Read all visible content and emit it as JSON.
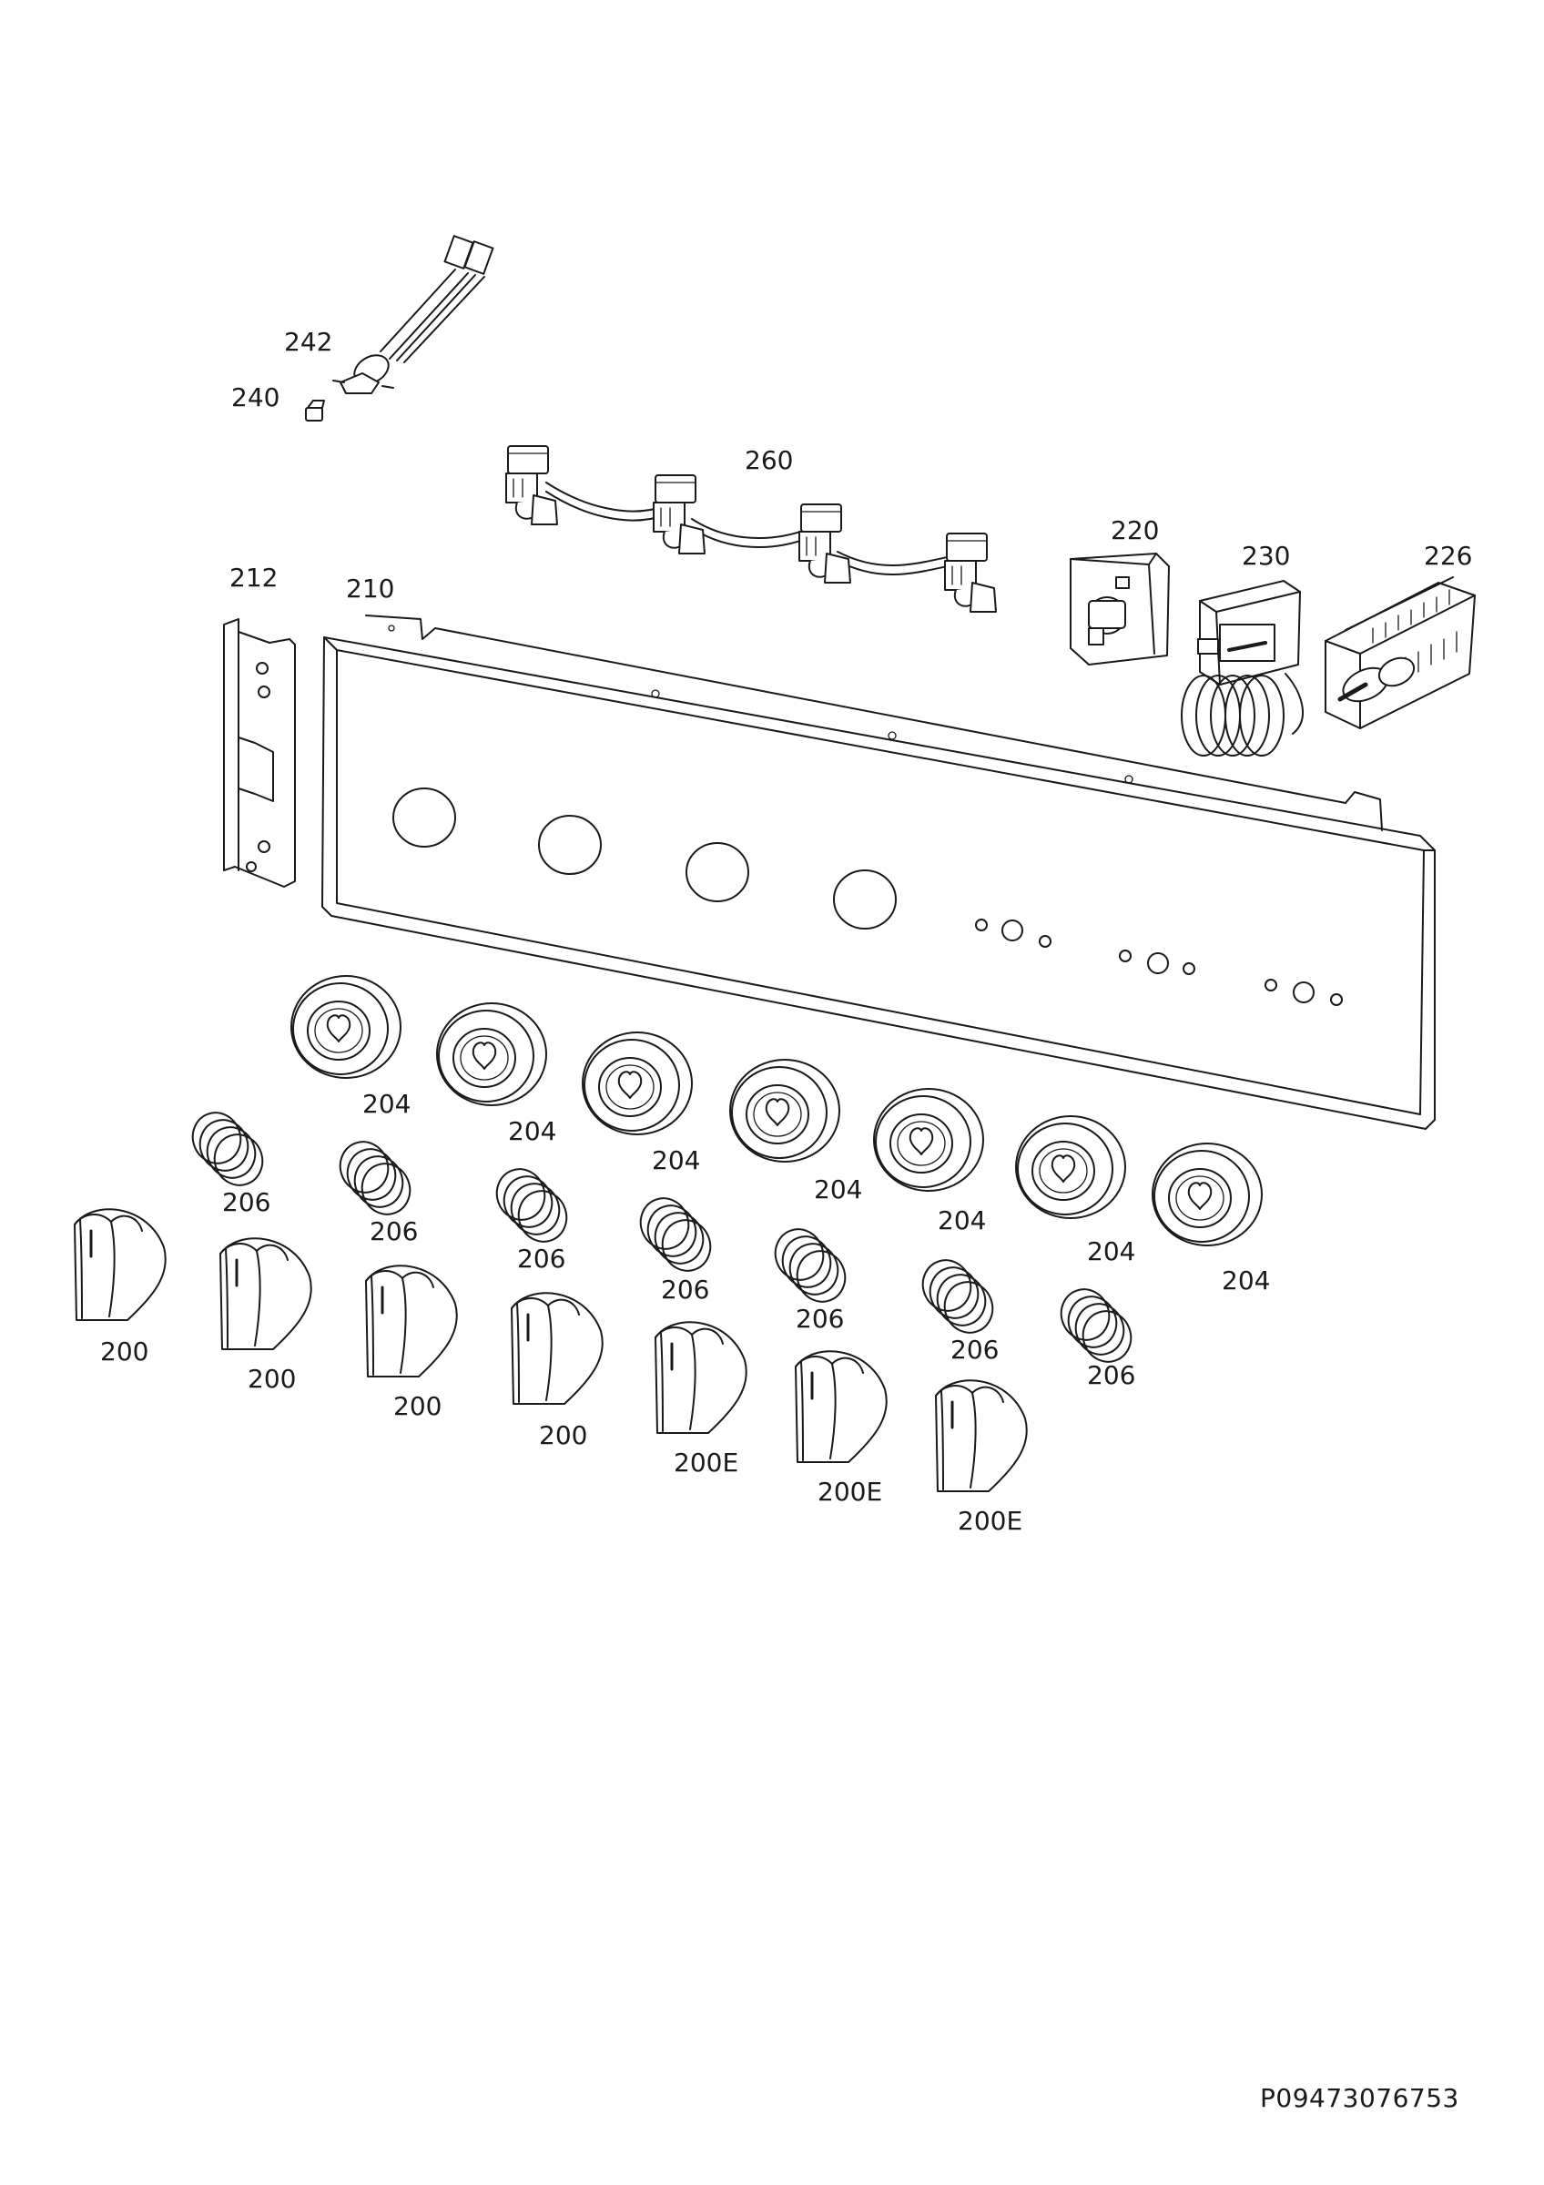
{
  "diagram": {
    "part_labels": {
      "p242": "242",
      "p240": "240",
      "p260": "260",
      "p220": "220",
      "p230": "230",
      "p226": "226",
      "p212": "212",
      "p210": "210",
      "p204": "204",
      "p206": "206",
      "p200": "200",
      "p200e": "200E"
    },
    "drawing_code": "P09473076753"
  }
}
